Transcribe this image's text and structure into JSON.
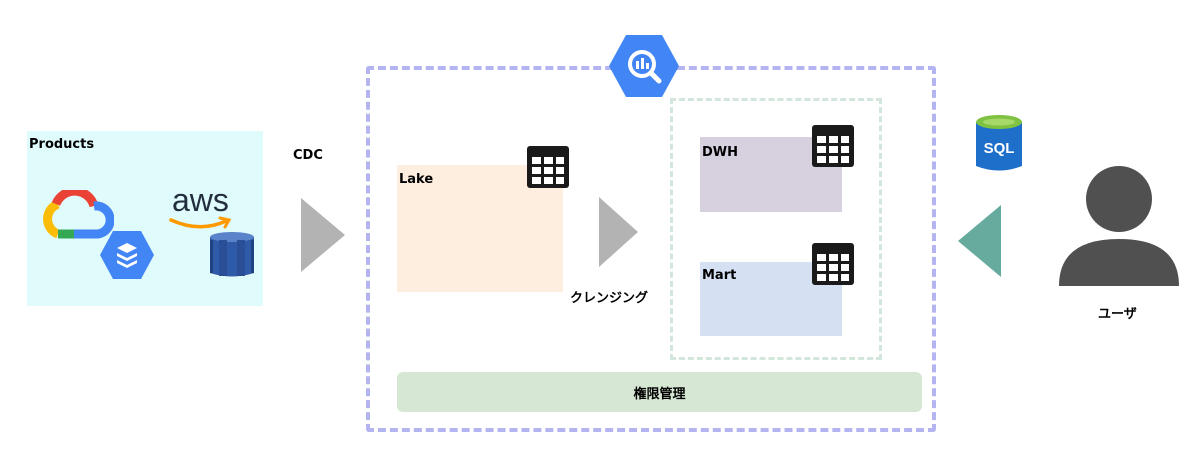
{
  "products": {
    "title": "Products",
    "aws_text": "aws"
  },
  "flow": {
    "cdc_label": "CDC",
    "cleansing_label": "クレンジング"
  },
  "bigquery": {
    "icon": "bigquery-icon",
    "lake_label": "Lake",
    "dwh_label": "DWH",
    "mart_label": "Mart",
    "permission_label": "権限管理"
  },
  "user": {
    "label": "ユーザ",
    "sql_label": "SQL"
  },
  "colors": {
    "products_bg": "#e0fbfc",
    "bigquery_border": "#b4b4f0",
    "dwh_border": "#d2e6dc",
    "lake_bg": "#fdeee0",
    "dwh_bg": "#d7d0de",
    "mart_bg": "#d5e1f2",
    "permission_bg": "#d6e7d4",
    "arrow_gray": "#b3b3b3",
    "arrow_teal": "#67ab9f",
    "bigquery_blue": "#4285f4",
    "user_gray": "#505050"
  }
}
